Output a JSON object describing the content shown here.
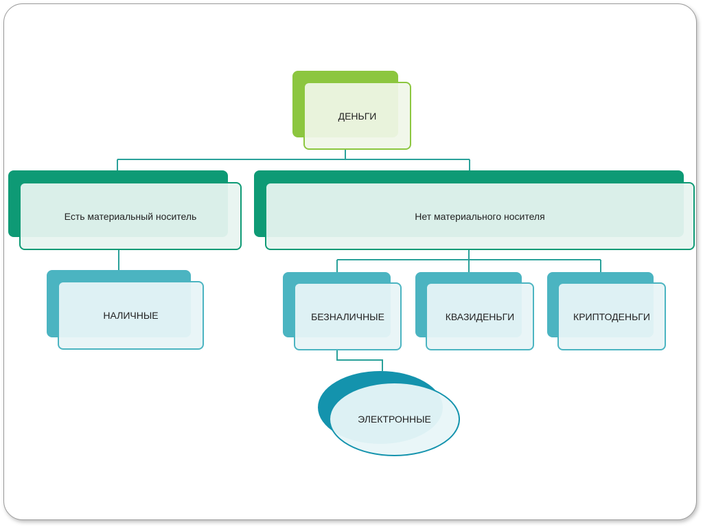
{
  "colors": {
    "level0": "#8cc63f",
    "level1": "#0e9a75",
    "level2": "#4bb4c1",
    "level3": "#1493ad",
    "connector": "#2aa19a"
  },
  "root": {
    "label": "ДЕНЬГИ"
  },
  "branches": {
    "material": {
      "label": "Есть материальный носитель"
    },
    "nonmaterial": {
      "label": "Нет материального носителя"
    }
  },
  "leaves": {
    "cash": {
      "label": "НАЛИЧНЫЕ"
    },
    "noncash": {
      "label": "БЕЗНАЛИЧНЫЕ"
    },
    "quasi": {
      "label": "КВАЗИДЕНЬГИ"
    },
    "crypto": {
      "label": "КРИПТОДЕНЬГИ"
    }
  },
  "sub": {
    "electronic": {
      "label": "ЭЛЕКТРОННЫЕ"
    }
  }
}
